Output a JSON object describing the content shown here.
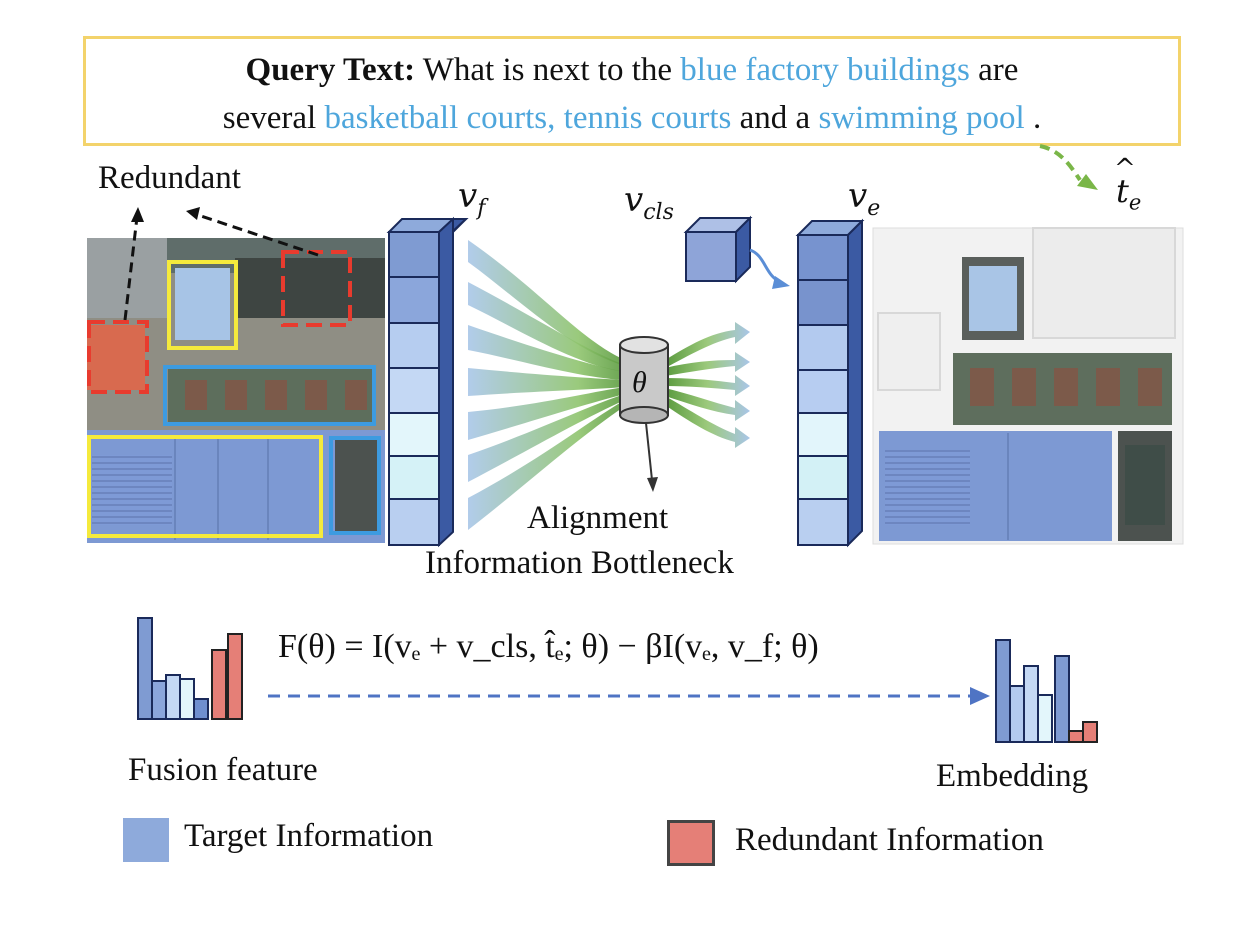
{
  "query": {
    "label": "Query Text:",
    "line1_prefix": "What is next to the",
    "line1_highlight": "blue factory buildings",
    "line1_suffix": "are",
    "line2_prefix": "several",
    "line2_highlight": "basketball courts, tennis courts",
    "line2_middle": "and a",
    "line2_highlight2": "swimming pool",
    "line2_suffix": "."
  },
  "labels": {
    "redundant": "Redundant",
    "v_f": "v",
    "v_f_sub": "f",
    "v_cls": "v",
    "v_cls_sub": "cls",
    "v_e": "v",
    "v_e_sub": "e",
    "t_e": "t",
    "t_e_sub": "e",
    "theta": "θ",
    "bottleneck_line1": "Alignment",
    "bottleneck_line2": "Information Bottleneck",
    "fusion_feature": "Fusion feature",
    "embedding": "Embedding",
    "formula": "F(θ) = I(vₑ + v_cls, t̂ₑ; θ) − βI(vₑ, v_f; θ)"
  },
  "legend": {
    "target": "Target Information",
    "redundant": "Redundant Information"
  },
  "colors": {
    "target": "#8eaadb",
    "redundant": "#e57f77",
    "highlight": "#4ea6dc",
    "query_border": "#f3d36b",
    "arrow_blue": "#4f74c4",
    "arrow_green": "#7ab648"
  }
}
